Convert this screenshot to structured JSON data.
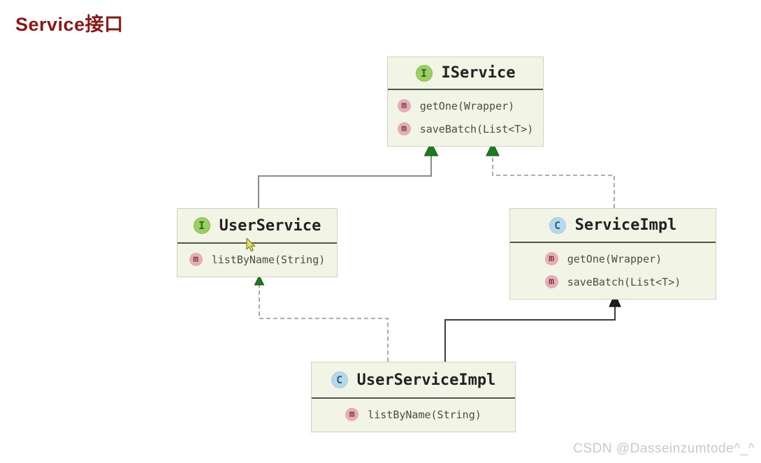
{
  "page": {
    "title": "Service接口",
    "watermark": "CSDN @Dasseinzumtode^_^"
  },
  "diagram": {
    "nodes": [
      {
        "id": "iservice",
        "kind": "interface",
        "badge": "I",
        "name": "IService",
        "methods": [
          {
            "badge": "m",
            "signature": "getOne(Wrapper)"
          },
          {
            "badge": "m",
            "signature": "saveBatch(List<T>)"
          }
        ]
      },
      {
        "id": "user-service",
        "kind": "interface",
        "badge": "I",
        "name": "UserService",
        "methods": [
          {
            "badge": "m",
            "signature": "listByName(String)"
          }
        ]
      },
      {
        "id": "service-impl",
        "kind": "class",
        "badge": "C",
        "name": "ServiceImpl",
        "methods": [
          {
            "badge": "m",
            "signature": "getOne(Wrapper)"
          },
          {
            "badge": "m",
            "signature": "saveBatch(List<T>)"
          }
        ]
      },
      {
        "id": "user-service-impl",
        "kind": "class",
        "badge": "C",
        "name": "UserServiceImpl",
        "methods": [
          {
            "badge": "m",
            "signature": "listByName(String)"
          }
        ]
      }
    ],
    "edges": [
      {
        "from": "UserService",
        "to": "IService",
        "relation": "extends",
        "line": "solid",
        "arrow": "green-triangle"
      },
      {
        "from": "ServiceImpl",
        "to": "IService",
        "relation": "implements",
        "line": "dashed",
        "arrow": "green-triangle"
      },
      {
        "from": "UserServiceImpl",
        "to": "UserService",
        "relation": "implements",
        "line": "dashed",
        "arrow": "green-triangle"
      },
      {
        "from": "UserServiceImpl",
        "to": "ServiceImpl",
        "relation": "extends",
        "line": "solid",
        "arrow": "black-triangle"
      }
    ],
    "colors": {
      "title": "#8c1616",
      "node_bg": "#f2f5e6",
      "node_border": "#cfd4bf",
      "header_separator": "#4e554a",
      "interface_badge_bg": "#9ccf63",
      "interface_badge_fg": "#2f661c",
      "class_badge_bg": "#b5d9ec",
      "class_badge_fg": "#31637e",
      "method_badge_bg": "#e5aeb6",
      "method_badge_fg": "#7c3a44",
      "solid_edge": "#7f917f",
      "dashed_edge": "#8d988d",
      "black_edge": "#3c3c3c",
      "green_arrow": "#1e7a1e",
      "watermark": "#c9c9c9"
    }
  }
}
